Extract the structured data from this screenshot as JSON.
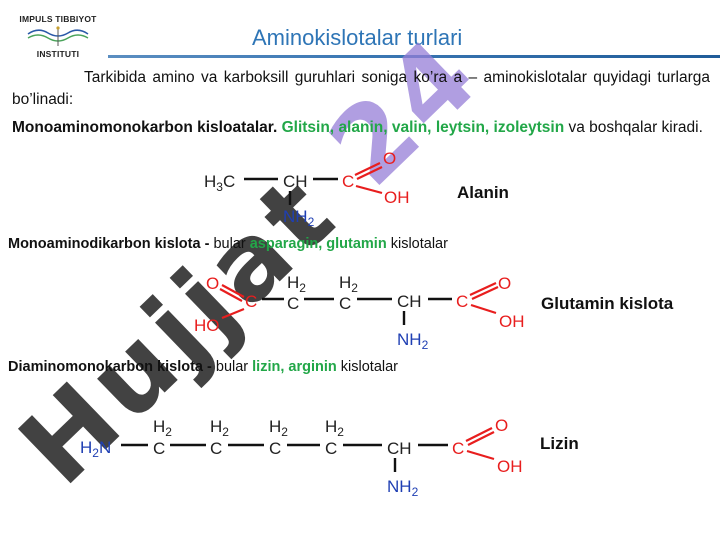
{
  "logo": {
    "top_text": "IMPULS TIBBIYOT",
    "bottom_text": "INSTITUTI"
  },
  "title": "Aminokislotalar turlari",
  "watermark": {
    "part_a": "Hujjat",
    "part_b": "24"
  },
  "intro": "Tarkibida amino va karboksill guruhlari soniga ko’ra a – aminokislotalar quyidagi turlarga bo’linadi:",
  "group1": {
    "heading": "Monoaminomonokarbon kisloatalar.",
    "examples": [
      "Glitsin,",
      "alanin,",
      "valin,",
      "leytsin,",
      "izoleytsin"
    ],
    "tail": "va boshqalar kiradi."
  },
  "group2": {
    "heading": "Monoaminodikarbon kislota -",
    "pre": "bular",
    "examples": [
      "asparagin,",
      "glutamin"
    ],
    "tail": "kislotalar"
  },
  "group3": {
    "heading": "Diaminomonokarbon kislota -",
    "pre": "bular",
    "examples": [
      "lizin,",
      "arginin"
    ],
    "tail": "kislotalar"
  },
  "structures": {
    "alanin": {
      "name": "Alanin",
      "methyl": "H",
      "methyl_sub": "3",
      "methyl_c": "C",
      "ch": "CH",
      "c": "C",
      "o": "O",
      "oh": "OH",
      "nh": "NH",
      "nh_sub": "2"
    },
    "glutamin": {
      "name": "Glutamin kislota",
      "o_left": "O",
      "ho": "HO",
      "c1": "C",
      "h2a": "H",
      "h2a_sub": "2",
      "c2": "C",
      "h2b": "H",
      "h2b_sub": "2",
      "c3": "C",
      "ch": "CH",
      "c5": "C",
      "o_right": "O",
      "oh": "OH",
      "nh": "NH",
      "nh_sub": "2"
    },
    "lizin": {
      "name": "Lizin",
      "h2n": "H",
      "h2n_sub": "2",
      "h2n_n": "N",
      "h2a": "H",
      "h2a_sub": "2",
      "c1": "C",
      "h2b": "H",
      "h2b_sub": "2",
      "c2": "C",
      "h2c": "H",
      "h2c_sub": "2",
      "c3": "C",
      "h2d": "H",
      "h2d_sub": "2",
      "c4": "C",
      "ch": "CH",
      "c6": "C",
      "o": "O",
      "oh": "OH",
      "nh": "NH",
      "nh_sub": "2"
    }
  },
  "colors": {
    "title": "#2e75b6",
    "green": "#22a748",
    "oxygen": "#e81e1e",
    "nitrogen": "#1f3fb3",
    "header_line": "#3c78b4"
  }
}
